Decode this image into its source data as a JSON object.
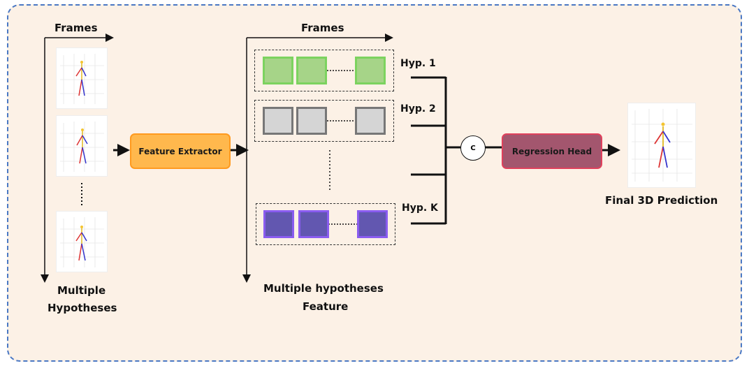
{
  "left": {
    "axis_label": "Frames",
    "bottom_label_line1": "Multiple",
    "bottom_label_line2": "Hypotheses"
  },
  "feature_extractor_label": "Feature Extractor",
  "middle": {
    "axis_label": "Frames",
    "bottom_label_line1": "Multiple hypotheses",
    "bottom_label_line2": "Feature"
  },
  "hypotheses": [
    {
      "label": "Hyp. 1",
      "color": "#a6d488",
      "border": "#7cd35f"
    },
    {
      "label": "Hyp. 2",
      "color": "#d5d5d5",
      "border": "#777777"
    },
    {
      "label": "Hyp. K",
      "color": "#6257b0",
      "border": "#8a5cf0"
    }
  ],
  "concat_symbol": "C",
  "regression_head_label": "Regression Head",
  "output_label": "Final 3D Prediction"
}
